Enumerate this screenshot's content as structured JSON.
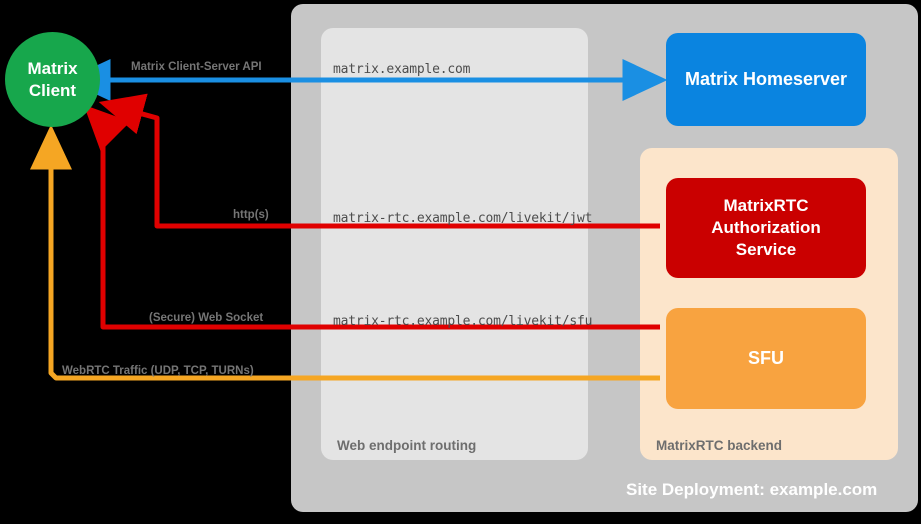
{
  "diagram": {
    "title": "MatrixRTC site deployment architecture",
    "site_deployment_label": "Site Deployment: example.com",
    "containers": [
      {
        "name": "web-endpoint-routing",
        "label": "Web endpoint routing",
        "color": "#e4e4e4"
      },
      {
        "name": "matrixrtc-backend",
        "label": "MatrixRTC backend",
        "color": "#fce5cb"
      },
      {
        "name": "site-deployment",
        "label": "Site Deployment: example.com",
        "color": "#c6c6c6"
      }
    ],
    "nodes": [
      {
        "name": "matrix-client",
        "label": "Matrix\nClient",
        "line1": "Matrix",
        "line2": "Client",
        "shape": "circle",
        "color": "#17a74c"
      },
      {
        "name": "matrix-homeserver",
        "label": "Matrix Homeserver",
        "shape": "rounded-rect",
        "color": "#0a84e0"
      },
      {
        "name": "matrixrtc-authorization-service",
        "label": "MatrixRTC Authorization Service",
        "line1": "MatrixRTC",
        "line2": "Authorization",
        "line3": "Service",
        "shape": "rounded-rect",
        "color": "#ca0000"
      },
      {
        "name": "sfu",
        "label": "SFU",
        "shape": "rounded-rect",
        "color": "#f8a340"
      }
    ],
    "connections": [
      {
        "name": "matrix-client-server-api",
        "protocol_label": "Matrix Client-Server API",
        "endpoint_label": "matrix.example.com",
        "color": "#1a8fe3",
        "from": "matrix-client",
        "to": "matrix-homeserver",
        "direction": "bidirectional"
      },
      {
        "name": "https-jwt",
        "protocol_label": "http(s)",
        "endpoint_label": "matrix-rtc.example.com/livekit/jwt",
        "color": "#e00000",
        "from": "matrix-client",
        "to": "matrixrtc-authorization-service",
        "direction": "bidirectional"
      },
      {
        "name": "secure-web-socket",
        "protocol_label": "(Secure) Web Socket",
        "endpoint_label": "matrix-rtc.example.com/livekit/sfu",
        "color": "#e00000",
        "from": "matrix-client",
        "to": "sfu",
        "direction": "bidirectional"
      },
      {
        "name": "webrtc-traffic",
        "protocol_label": "WebRTC Traffic (UDP, TCP, TURNs)",
        "endpoint_label": "",
        "color": "#f5a623",
        "from": "matrix-client",
        "to": "sfu",
        "direction": "bidirectional"
      }
    ]
  }
}
